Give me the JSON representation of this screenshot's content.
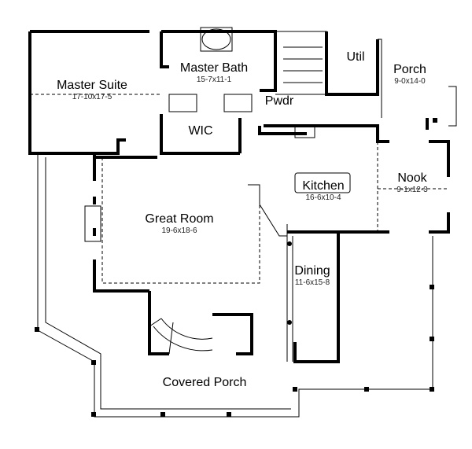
{
  "rooms": [
    {
      "name": "Master Suite",
      "dims": "17-10x17-5"
    },
    {
      "name": "Master Bath",
      "dims": "15-7x11-1"
    },
    {
      "name": "Util",
      "dims": ""
    },
    {
      "name": "Porch",
      "dims": "9-0x14-0"
    },
    {
      "name": "Pwdr",
      "dims": ""
    },
    {
      "name": "WIC",
      "dims": ""
    },
    {
      "name": "Kitchen",
      "dims": "16-6x10-4"
    },
    {
      "name": "Nook",
      "dims": "9-1x12-3"
    },
    {
      "name": "Great Room",
      "dims": "19-6x18-6"
    },
    {
      "name": "Dining",
      "dims": "11-6x15-8"
    },
    {
      "name": "Covered Porch",
      "dims": ""
    }
  ]
}
